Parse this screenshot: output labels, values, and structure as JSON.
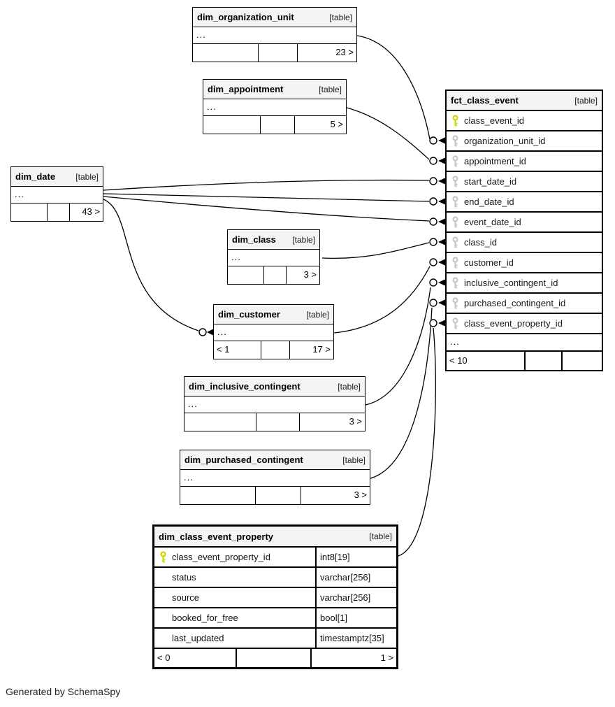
{
  "footer_note": "Generated by SchemaSpy",
  "colors": {
    "header_bg": "#f4f4f4",
    "primary_key": "#d4d400",
    "foreign_key": "#c6c6c6",
    "border": "#000000"
  },
  "tables": [
    {
      "name": "dim_organization_unit",
      "tag": "[table]",
      "collapsed": "...",
      "footer": [
        "",
        "",
        "23 >"
      ]
    },
    {
      "name": "dim_appointment",
      "tag": "[table]",
      "collapsed": "...",
      "footer": [
        "",
        "",
        "5 >"
      ]
    },
    {
      "name": "dim_date",
      "tag": "[table]",
      "collapsed": "...",
      "footer": [
        "",
        "",
        "43 >"
      ]
    },
    {
      "name": "dim_class",
      "tag": "[table]",
      "collapsed": "...",
      "footer": [
        "",
        "",
        "3 >"
      ]
    },
    {
      "name": "dim_customer",
      "tag": "[table]",
      "collapsed": "...",
      "footer": [
        "< 1",
        "",
        "17 >"
      ]
    },
    {
      "name": "dim_inclusive_contingent",
      "tag": "[table]",
      "collapsed": "...",
      "footer": [
        "",
        "",
        "3 >"
      ]
    },
    {
      "name": "dim_purchased_contingent",
      "tag": "[table]",
      "collapsed": "...",
      "footer": [
        "",
        "",
        "3 >"
      ]
    },
    {
      "name": "dim_class_event_property",
      "tag": "[table]",
      "columns": [
        {
          "name": "class_event_property_id",
          "type": "int8[19]",
          "key": "primary"
        },
        {
          "name": "status",
          "type": "varchar[256]",
          "key": "none"
        },
        {
          "name": "source",
          "type": "varchar[256]",
          "key": "none"
        },
        {
          "name": "booked_for_free",
          "type": "bool[1]",
          "key": "none"
        },
        {
          "name": "last_updated",
          "type": "timestamptz[35]",
          "key": "none"
        }
      ],
      "footer": [
        "< 0",
        "",
        "1 >"
      ]
    },
    {
      "name": "fct_class_event",
      "tag": "[table]",
      "columns": [
        {
          "name": "class_event_id",
          "key": "primary"
        },
        {
          "name": "organization_unit_id",
          "key": "foreign"
        },
        {
          "name": "appointment_id",
          "key": "foreign"
        },
        {
          "name": "start_date_id",
          "key": "foreign"
        },
        {
          "name": "end_date_id",
          "key": "foreign"
        },
        {
          "name": "event_date_id",
          "key": "foreign"
        },
        {
          "name": "class_id",
          "key": "foreign"
        },
        {
          "name": "customer_id",
          "key": "foreign"
        },
        {
          "name": "inclusive_contingent_id",
          "key": "foreign"
        },
        {
          "name": "purchased_contingent_id",
          "key": "foreign"
        },
        {
          "name": "class_event_property_id",
          "key": "foreign"
        }
      ],
      "collapsed": "...",
      "footer": [
        "< 10",
        "",
        ""
      ]
    }
  ],
  "relationships": [
    {
      "from": "dim_organization_unit",
      "to": "fct_class_event.organization_unit_id"
    },
    {
      "from": "dim_appointment",
      "to": "fct_class_event.appointment_id"
    },
    {
      "from": "dim_date",
      "to": "fct_class_event.start_date_id"
    },
    {
      "from": "dim_date",
      "to": "fct_class_event.end_date_id"
    },
    {
      "from": "dim_date",
      "to": "fct_class_event.event_date_id"
    },
    {
      "from": "dim_date",
      "to": "dim_customer"
    },
    {
      "from": "dim_class",
      "to": "fct_class_event.class_id"
    },
    {
      "from": "dim_customer",
      "to": "fct_class_event.customer_id"
    },
    {
      "from": "dim_inclusive_contingent",
      "to": "fct_class_event.inclusive_contingent_id"
    },
    {
      "from": "dim_purchased_contingent",
      "to": "fct_class_event.purchased_contingent_id"
    },
    {
      "from": "dim_class_event_property",
      "to": "fct_class_event.class_event_property_id"
    }
  ]
}
